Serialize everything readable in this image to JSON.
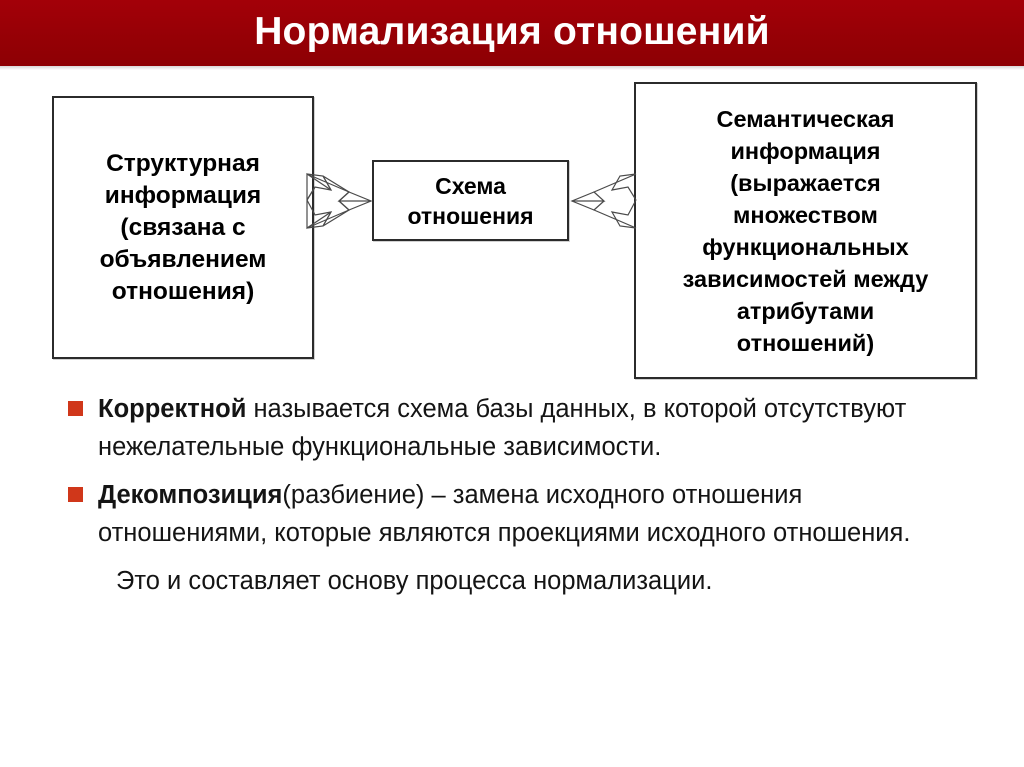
{
  "slide": {
    "title": "Нормализация отношений",
    "accent_color": "#9c0006",
    "bullet_color": "#d0371a",
    "box_border_color": "#2b2b2b",
    "title_text_color": "#ffffff",
    "body_text_color": "#141414"
  },
  "diagram": {
    "boxes": [
      {
        "id": "structural",
        "name": "structural-information-box",
        "text": "Структурная\nинформация\n(связана с\nобъявлением\nотношения)"
      },
      {
        "id": "schema",
        "name": "relation-schema-box",
        "text": "Схема\nотношения"
      },
      {
        "id": "semantic",
        "name": "semantic-information-box",
        "text": "Семантическая\nинформация\n(выражается\nмножеством\nфункциональных\nзависимостей между\nатрибутами\nотношений)"
      }
    ],
    "arrows": [
      {
        "id": "left-to-mid",
        "name": "arrow-right-notched",
        "direction": "right",
        "from": "structural",
        "to": "schema"
      },
      {
        "id": "right-to-mid",
        "name": "arrow-left-notched",
        "direction": "left",
        "from": "semantic",
        "to": "schema"
      }
    ]
  },
  "body": {
    "bullets": [
      {
        "marker": "square-bullet",
        "lead": "Корректной",
        "rest": " называется схема базы данных, в которой отсутствуют нежелательные функциональные зависимости."
      },
      {
        "marker": "square-bullet",
        "lead": "Декомпозиция",
        "rest": "(разбиение) – замена исходного отношения отношениями, которые являются проекциями исходного отношения."
      }
    ],
    "closing_line": "Это и составляет основу процесса нормализации."
  }
}
